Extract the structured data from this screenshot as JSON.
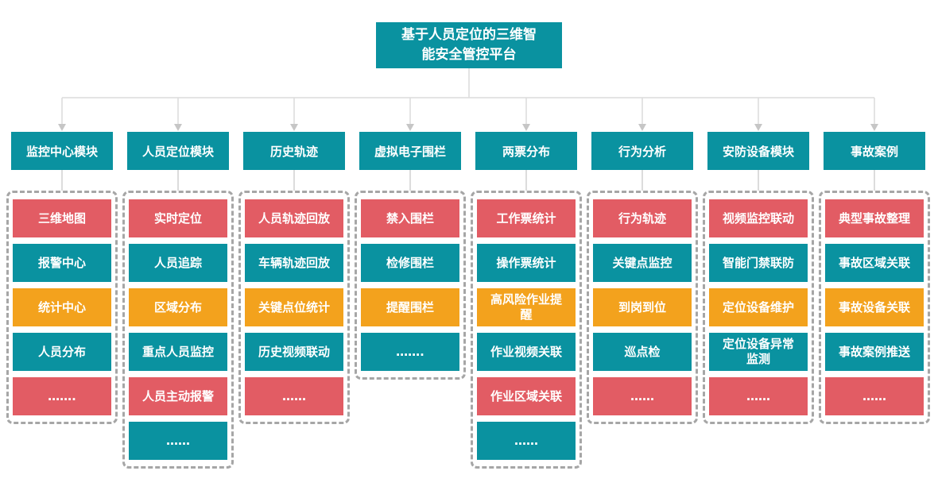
{
  "root": {
    "title_line1": "基于人员定位的三维智",
    "title_line2": "能安全管控平台"
  },
  "colors": {
    "teal": "#0a92a0",
    "red": "#e25c64",
    "orange": "#f3a21d",
    "connector_line": "#dcdcdc",
    "connector_arrow": "#c6c6c6",
    "dashed_border": "#a6a6a6"
  },
  "columns": [
    {
      "header": "监控中心模块",
      "items": [
        {
          "label": "三维地图",
          "color": "red"
        },
        {
          "label": "报警中心",
          "color": "teal"
        },
        {
          "label": "统计中心",
          "color": "orange"
        },
        {
          "label": "人员分布",
          "color": "teal"
        },
        {
          "label": "…….",
          "color": "red"
        }
      ]
    },
    {
      "header": "人员定位模块",
      "items": [
        {
          "label": "实时定位",
          "color": "red"
        },
        {
          "label": "人员追踪",
          "color": "teal"
        },
        {
          "label": "区域分布",
          "color": "orange"
        },
        {
          "label": "重点人员监控",
          "color": "teal"
        },
        {
          "label": "人员主动报警",
          "color": "red"
        },
        {
          "label": "……",
          "color": "teal"
        }
      ]
    },
    {
      "header": "历史轨迹",
      "items": [
        {
          "label": "人员轨迹回放",
          "color": "red"
        },
        {
          "label": "车辆轨迹回放",
          "color": "teal"
        },
        {
          "label": "关键点位统计",
          "color": "orange"
        },
        {
          "label": "历史视频联动",
          "color": "teal"
        },
        {
          "label": "……",
          "color": "red"
        }
      ]
    },
    {
      "header": "虚拟电子围栏",
      "items": [
        {
          "label": "禁入围栏",
          "color": "red"
        },
        {
          "label": "检修围栏",
          "color": "teal"
        },
        {
          "label": "提醒围栏",
          "color": "orange"
        },
        {
          "label": "…….",
          "color": "teal"
        }
      ]
    },
    {
      "header": "两票分布",
      "items": [
        {
          "label": "工作票统计",
          "color": "red"
        },
        {
          "label": "操作票统计",
          "color": "teal"
        },
        {
          "label": "高风险作业提\n醒",
          "color": "orange"
        },
        {
          "label": "作业视频关联",
          "color": "teal"
        },
        {
          "label": "作业区域关联",
          "color": "red"
        },
        {
          "label": "……",
          "color": "teal"
        }
      ]
    },
    {
      "header": "行为分析",
      "items": [
        {
          "label": "行为轨迹",
          "color": "red"
        },
        {
          "label": "关键点监控",
          "color": "teal"
        },
        {
          "label": "到岗到位",
          "color": "orange"
        },
        {
          "label": "巡点检",
          "color": "teal"
        },
        {
          "label": "……",
          "color": "red"
        }
      ]
    },
    {
      "header": "安防设备模块",
      "items": [
        {
          "label": "视频监控联动",
          "color": "red"
        },
        {
          "label": "智能门禁联防",
          "color": "teal"
        },
        {
          "label": "定位设备维护",
          "color": "orange"
        },
        {
          "label": "定位设备异常\n监测",
          "color": "teal"
        },
        {
          "label": "……",
          "color": "red"
        }
      ]
    },
    {
      "header": "事故案例",
      "items": [
        {
          "label": "典型事故整理",
          "color": "red"
        },
        {
          "label": "事故区域关联",
          "color": "teal"
        },
        {
          "label": "事故设备关联",
          "color": "orange"
        },
        {
          "label": "事故案例推送",
          "color": "teal"
        },
        {
          "label": "……",
          "color": "red"
        }
      ]
    }
  ]
}
